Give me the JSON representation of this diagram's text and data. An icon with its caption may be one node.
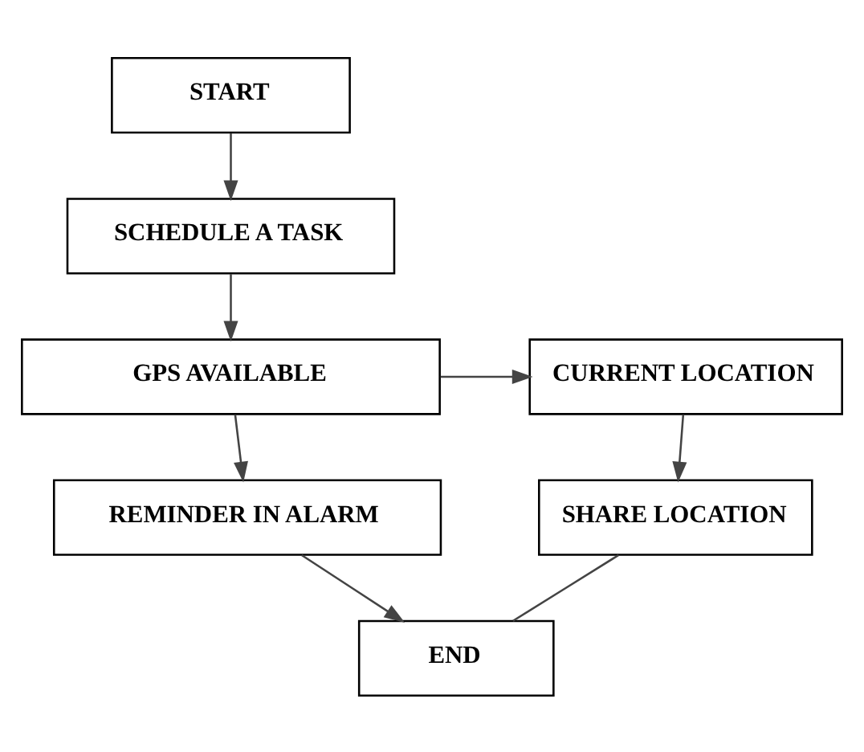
{
  "diagram": {
    "nodes": [
      {
        "text": [
          "START"
        ]
      },
      {
        "text": [
          "SCHEDULE A TASK"
        ]
      },
      {
        "text": [
          "GPS AVAILABLE"
        ]
      },
      {
        "text": [
          "CURRENT LOCATION"
        ]
      },
      {
        "text": [
          "SHARE LOCATION"
        ]
      },
      {
        "text": [
          "REMINDER IN ALARM"
        ]
      },
      {
        "text": [
          "END"
        ]
      }
    ],
    "edges": [
      {
        "from": 0,
        "to": 1,
        "arrow": "to"
      },
      {
        "from": 1,
        "to": 2,
        "arrow": "to"
      },
      {
        "from": 2,
        "to": 3,
        "arrow": "to"
      },
      {
        "from": 3,
        "to": 4,
        "arrow": "to"
      },
      {
        "from": 2,
        "to": 5,
        "arrow": "to"
      },
      {
        "from": 5,
        "to": 6,
        "arrow": "to"
      },
      {
        "from": 4,
        "to": 6,
        "arrow": "none"
      }
    ]
  }
}
